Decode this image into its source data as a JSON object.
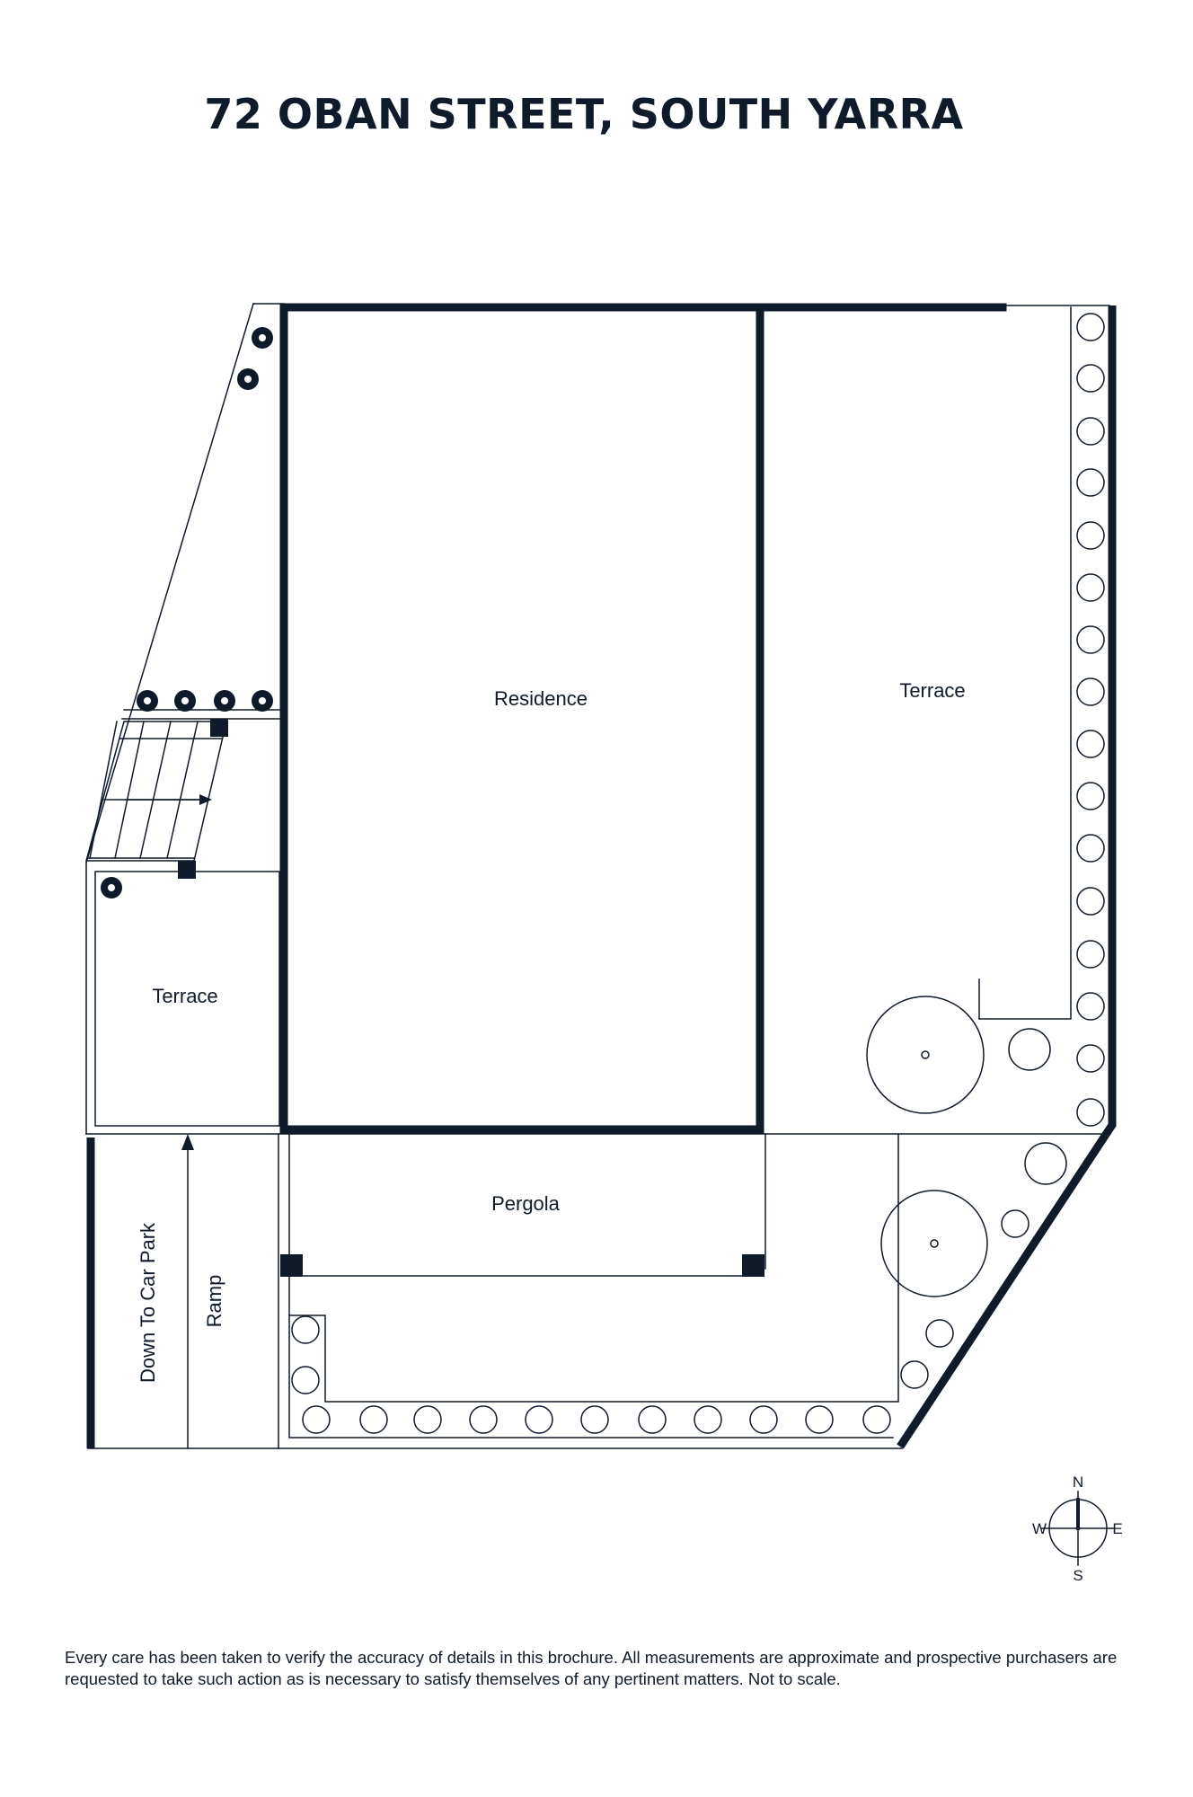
{
  "title": "72 OBAN STREET, SOUTH YARRA",
  "rooms": {
    "residence": "Residence",
    "terrace_east": "Terrace",
    "terrace_west": "Terrace",
    "pergola": "Pergola",
    "down_to_car_park": "Down To Car Park",
    "ramp": "Ramp"
  },
  "compass": {
    "n": "N",
    "e": "E",
    "s": "S",
    "w": "W"
  },
  "disclaimer": "Every care has been taken to verify the accuracy of details in this brochure. All measurements are approximate and prospective purchasers are requested to take such action as is necessary to satisfy themselves of any pertinent matters. Not to scale.",
  "colors": {
    "ink": "#0f1a2a",
    "background": "#ffffff"
  }
}
